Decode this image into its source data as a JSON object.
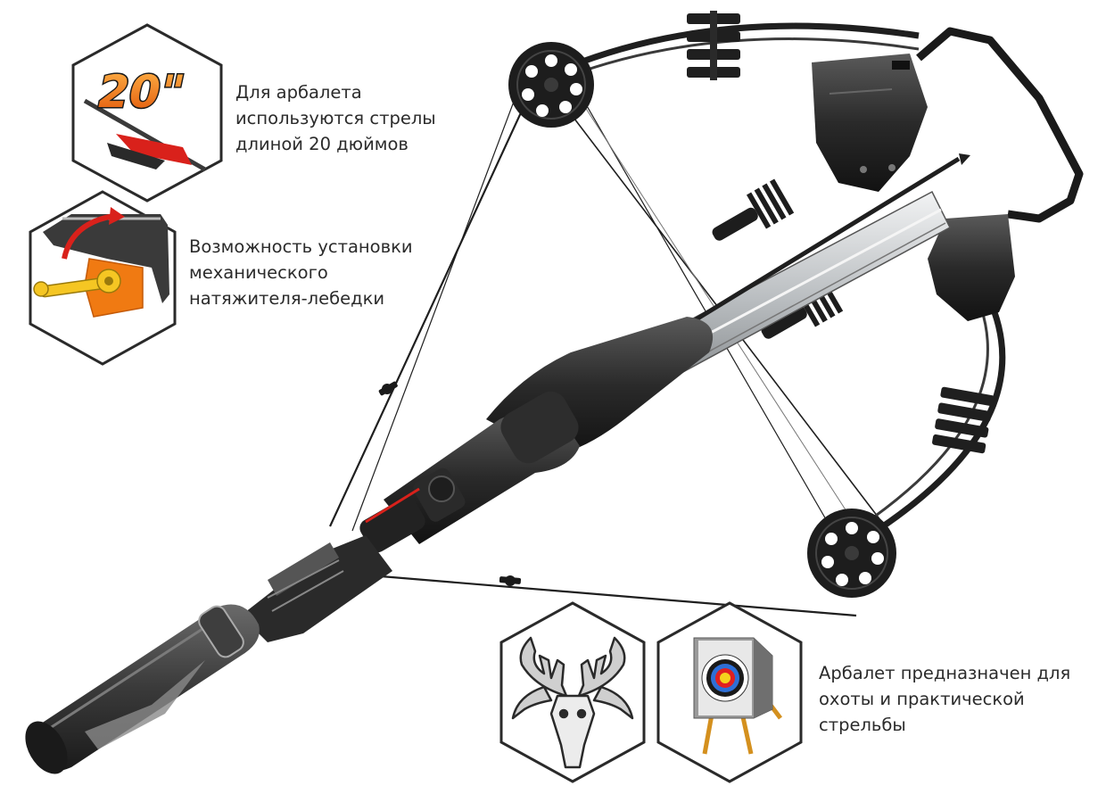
{
  "features": [
    {
      "icon": "arrow-length-icon",
      "badge": "20\"",
      "caption": "Для арбалета\nиспользуются стрелы\nдлиной 20 дюймов"
    },
    {
      "icon": "cocking-winch-icon",
      "caption": "Возможность установки\nмеханического\nнатяжителя-лебедки"
    },
    {
      "icons": [
        "deer-skull-icon",
        "archery-target-icon"
      ],
      "caption": "Арбалет предназначен для\nохоты и практической\nстрельбы"
    }
  ],
  "colors": {
    "accent_orange": "#f07a12",
    "accent_red": "#d9211b",
    "hex_border": "#2a2a2a",
    "crossbow_body": "#2e2e2e",
    "barrel_silver": "#c9ccce",
    "caption_text": "#2b2b2b"
  }
}
